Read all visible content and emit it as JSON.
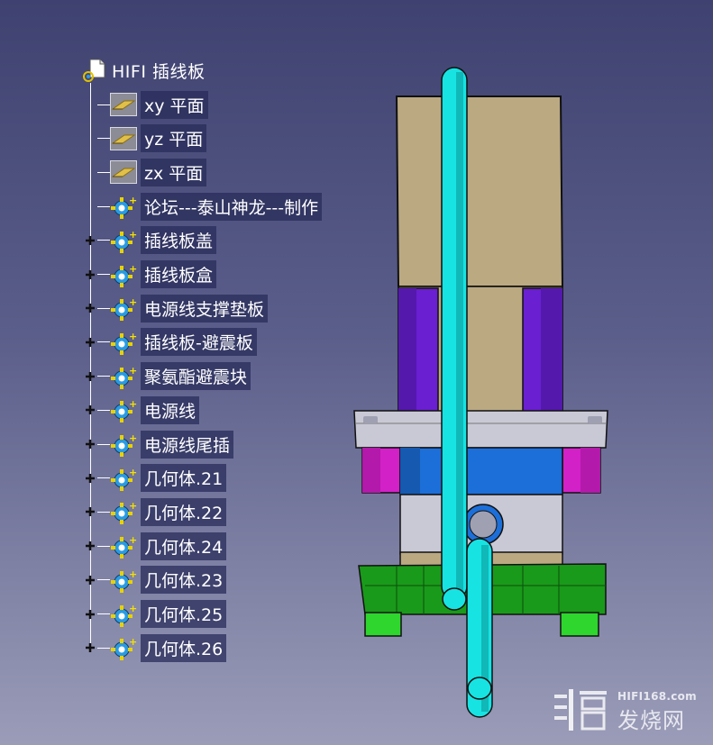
{
  "tree": {
    "root_label": "HIFI 插线板",
    "items": [
      {
        "label": "xy 平面",
        "icon": "plane-icon",
        "expandable": false
      },
      {
        "label": "yz 平面",
        "icon": "plane-icon",
        "expandable": false
      },
      {
        "label": "zx 平面",
        "icon": "plane-icon",
        "expandable": false
      },
      {
        "label": "论坛---泰山神龙---制作",
        "icon": "gear-part-icon",
        "expandable": false
      },
      {
        "label": "插线板盖",
        "icon": "gear-part-icon",
        "expandable": true
      },
      {
        "label": "插线板盒",
        "icon": "gear-part-icon",
        "expandable": true
      },
      {
        "label": "电源线支撑垫板",
        "icon": "gear-part-icon",
        "expandable": true
      },
      {
        "label": "插线板-避震板",
        "icon": "gear-part-icon",
        "expandable": true
      },
      {
        "label": "聚氨酯避震块",
        "icon": "gear-part-icon",
        "expandable": true
      },
      {
        "label": "电源线",
        "icon": "gear-part-icon",
        "expandable": true
      },
      {
        "label": "电源线尾插",
        "icon": "gear-part-icon",
        "expandable": true
      },
      {
        "label": "几何体.21",
        "icon": "gear-part-icon",
        "expandable": true
      },
      {
        "label": "几何体.22",
        "icon": "gear-part-icon",
        "expandable": true
      },
      {
        "label": "几何体.24",
        "icon": "gear-part-icon",
        "expandable": true
      },
      {
        "label": "几何体.23",
        "icon": "gear-part-icon",
        "expandable": true
      },
      {
        "label": "几何体.25",
        "icon": "gear-part-icon",
        "expandable": true
      },
      {
        "label": "几何体.26",
        "icon": "gear-part-icon",
        "expandable": true
      }
    ]
  },
  "watermark": {
    "url": "HIFI168.com",
    "name": "发烧网"
  },
  "colors": {
    "background_top": "#3f4270",
    "background_bottom": "#9a9cb8",
    "box_tan": "#bba982",
    "purple": "#6a1fd1",
    "magenta": "#d321c8",
    "green": "#1a9a1a",
    "cyan": "#17e3e3",
    "blue": "#1c6fd8",
    "grey_plate": "#c9c9d6"
  }
}
